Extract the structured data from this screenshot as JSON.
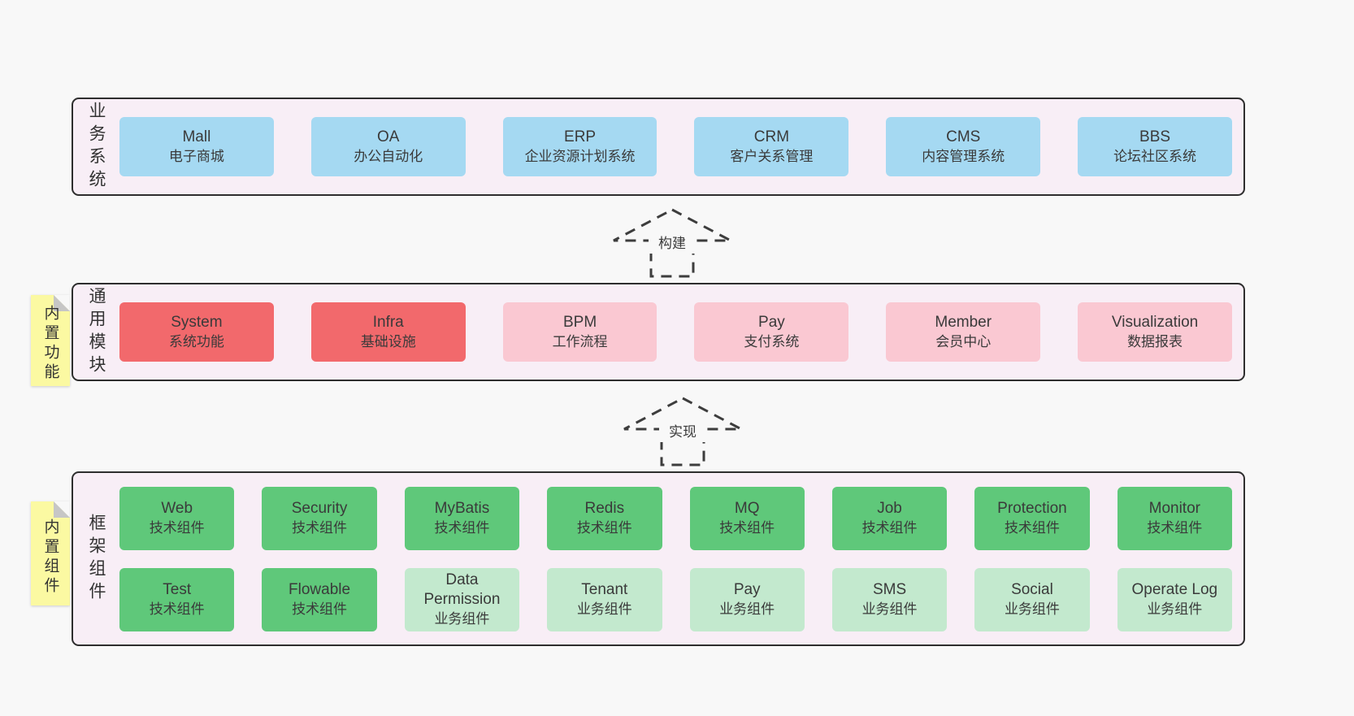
{
  "arrows": {
    "build": {
      "label": "构建"
    },
    "implement": {
      "label": "实现"
    }
  },
  "layers": [
    {
      "id": "business-systems",
      "label": "业务系统",
      "items": [
        {
          "title": "Mall",
          "subtitle": "电子商城",
          "variant": "blue"
        },
        {
          "title": "OA",
          "subtitle": "办公自动化",
          "variant": "blue"
        },
        {
          "title": "ERP",
          "subtitle": "企业资源计划系统",
          "variant": "blue"
        },
        {
          "title": "CRM",
          "subtitle": "客户关系管理",
          "variant": "blue"
        },
        {
          "title": "CMS",
          "subtitle": "内容管理系统",
          "variant": "blue"
        },
        {
          "title": "BBS",
          "subtitle": "论坛社区系统",
          "variant": "blue"
        }
      ]
    },
    {
      "id": "common-modules",
      "label": "通用模块",
      "note": "内置功能",
      "items": [
        {
          "title": "System",
          "subtitle": "系统功能",
          "variant": "red"
        },
        {
          "title": "Infra",
          "subtitle": "基础设施",
          "variant": "red"
        },
        {
          "title": "BPM",
          "subtitle": "工作流程",
          "variant": "pink"
        },
        {
          "title": "Pay",
          "subtitle": "支付系统",
          "variant": "pink"
        },
        {
          "title": "Member",
          "subtitle": "会员中心",
          "variant": "pink"
        },
        {
          "title": "Visualization",
          "subtitle": "数据报表",
          "variant": "pink"
        }
      ]
    },
    {
      "id": "framework-components",
      "label": "框架组件",
      "note": "内置组件",
      "items": [
        {
          "title": "Web",
          "subtitle": "技术组件",
          "variant": "green"
        },
        {
          "title": "Security",
          "subtitle": "技术组件",
          "variant": "green"
        },
        {
          "title": "MyBatis",
          "subtitle": "技术组件",
          "variant": "green"
        },
        {
          "title": "Redis",
          "subtitle": "技术组件",
          "variant": "green"
        },
        {
          "title": "MQ",
          "subtitle": "技术组件",
          "variant": "green"
        },
        {
          "title": "Job",
          "subtitle": "技术组件",
          "variant": "green"
        },
        {
          "title": "Protection",
          "subtitle": "技术组件",
          "variant": "green"
        },
        {
          "title": "Monitor",
          "subtitle": "技术组件",
          "variant": "green"
        },
        {
          "title": "Test",
          "subtitle": "技术组件",
          "variant": "green"
        },
        {
          "title": "Flowable",
          "subtitle": "技术组件",
          "variant": "green"
        },
        {
          "title": "Data Permission",
          "subtitle": "业务组件",
          "variant": "lightgreen"
        },
        {
          "title": "Tenant",
          "subtitle": "业务组件",
          "variant": "lightgreen"
        },
        {
          "title": "Pay",
          "subtitle": "业务组件",
          "variant": "lightgreen"
        },
        {
          "title": "SMS",
          "subtitle": "业务组件",
          "variant": "lightgreen"
        },
        {
          "title": "Social",
          "subtitle": "业务组件",
          "variant": "lightgreen"
        },
        {
          "title": "Operate Log",
          "subtitle": "业务组件",
          "variant": "lightgreen"
        }
      ]
    }
  ],
  "colors": {
    "page_bg": "#f8f8f8",
    "layer_bg": "#f8eef6",
    "layer_border": "#2e2e2e",
    "blue_box": "#a5d9f2",
    "red_box": "#f2696c",
    "pink_box": "#fac8d2",
    "green_box": "#5fc87a",
    "lightgreen_box": "#c3e9ce",
    "sticky_note": "#fbf9a2",
    "note_fold": "#c6c6c6",
    "text": "#3a3a3a"
  }
}
